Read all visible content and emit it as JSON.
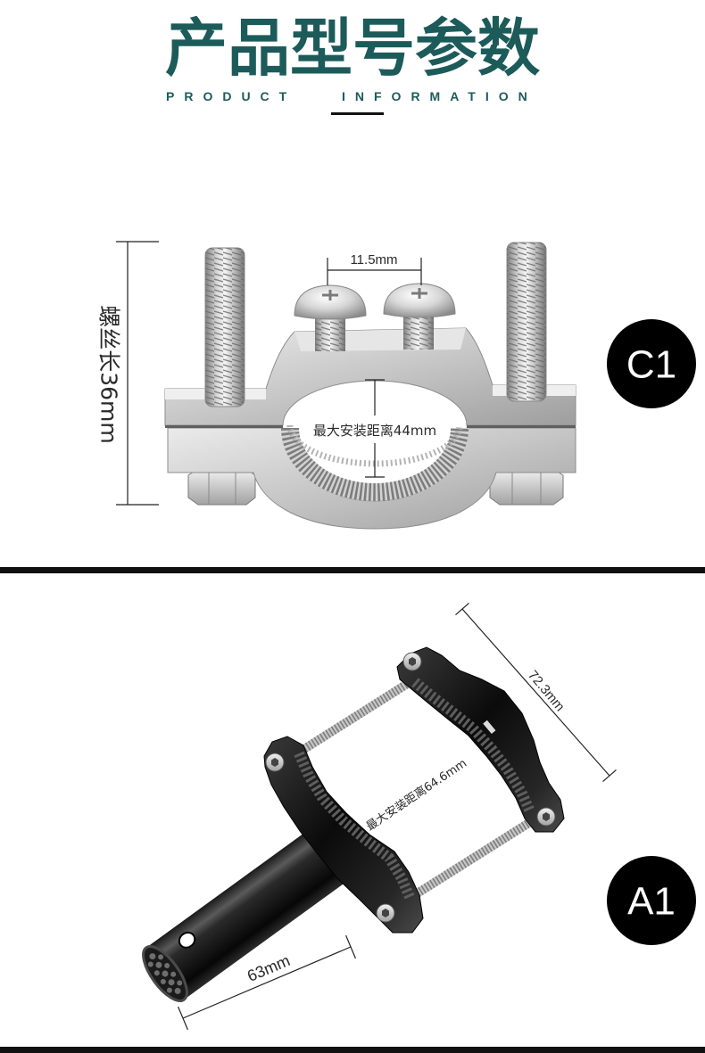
{
  "header": {
    "title": "产品型号参数",
    "subtitle_left": "PRODUCT",
    "subtitle_right": "INFORMATION"
  },
  "colors": {
    "title": "#1c5b59",
    "badge": "#000000",
    "divider": "#111111",
    "silver_part": "#c8c8c8",
    "black_part": "#111111"
  },
  "c1": {
    "badge": "C1",
    "screw_length": "螺丝长36mm",
    "screw_spacing": "11.5mm",
    "max_install_distance": "最大安装距离44mm"
  },
  "a1": {
    "badge": "A1",
    "clamp_width": "72.3mm",
    "max_install_distance": "最大安装距离64.6mm",
    "tube_length": "63mm"
  }
}
